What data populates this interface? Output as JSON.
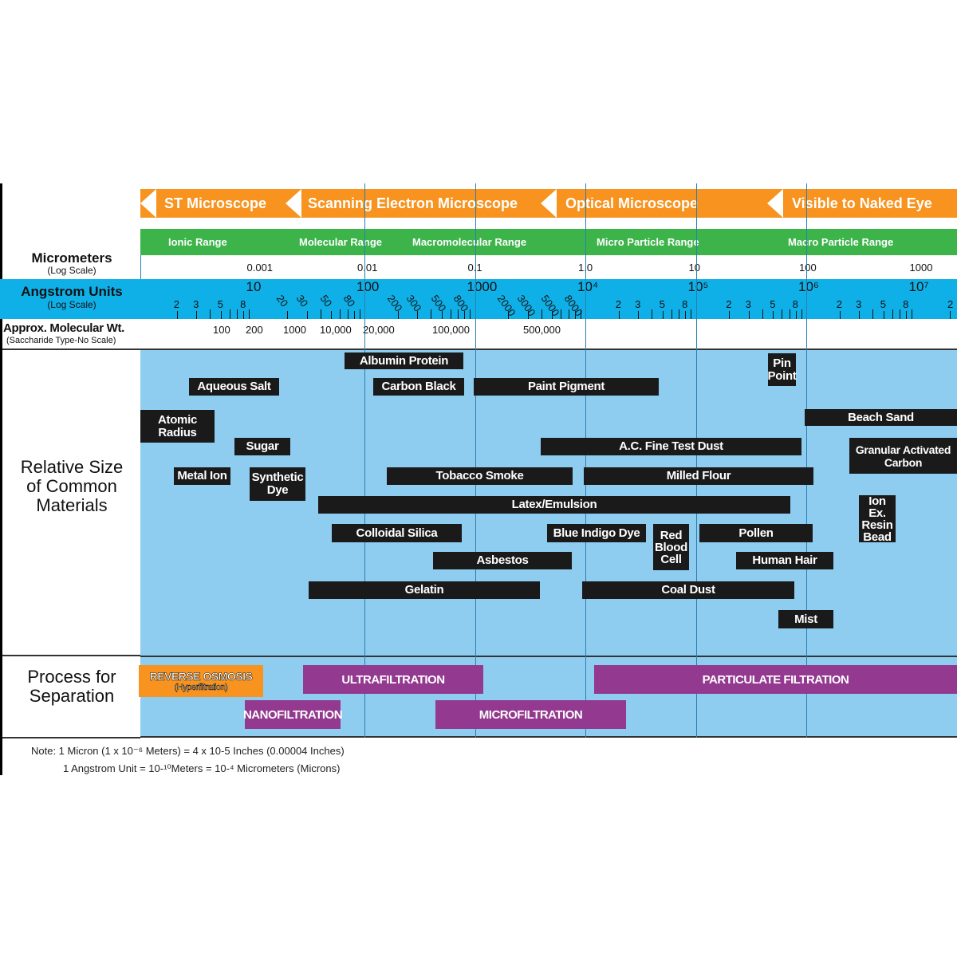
{
  "colors": {
    "orange": "#f7931e",
    "green": "#3cb44a",
    "angstrom_band": "#0fb0e8",
    "materials_bg": "#8ecdf0",
    "bar": "#1a1a1a",
    "process_purple": "#93398f",
    "reverse_osmosis": "#f7931e"
  },
  "microscopes": [
    "ST Microscope",
    "Scanning Electron Microscope",
    "Optical Microscope",
    "Visible to Naked Eye"
  ],
  "ranges": [
    "Ionic Range",
    "Molecular Range",
    "Macromolecular Range",
    "Micro Particle Range",
    "Macro Particle Range"
  ],
  "left": {
    "micrometers": "Micrometers",
    "micrometers_sub": "(Log Scale)",
    "angstrom": "Angstrom Units",
    "angstrom_sub": "(Log Scale)",
    "mw": "Approx. Molecular Wt.",
    "mw_sub": "(Saccharide Type-No Scale)",
    "materials": "Relative Size of Common Materials",
    "process": "Process for Separation"
  },
  "micrometer_ticks": [
    "0.001",
    "0.01",
    "0.1",
    "1.0",
    "10",
    "100",
    "1000"
  ],
  "angstrom_decades": [
    "10",
    "100",
    "1000",
    "10⁴",
    "10⁵",
    "10⁶",
    "10⁷"
  ],
  "angstrom_minor_labels": [
    [
      "2",
      "3",
      "5",
      "8"
    ],
    [
      "20",
      "30",
      "50",
      "80"
    ],
    [
      "200",
      "300",
      "500",
      "800"
    ],
    [
      "2000",
      "3000",
      "5000",
      "8000"
    ],
    [
      "2",
      "3",
      "5",
      "8"
    ],
    [
      "2",
      "3",
      "5",
      "8"
    ],
    [
      "2",
      "3",
      "5",
      "8"
    ]
  ],
  "angstrom_last_label": "2",
  "mw_ticks": [
    "100",
    "200",
    "1000",
    "10,000",
    "20,000",
    "100,000",
    "500,000"
  ],
  "materials": [
    "Albumin Protein",
    "Aqueous Salt",
    "Carbon Black",
    "Paint Pigment",
    "Pin Point",
    "Atomic Radius",
    "Beach Sand",
    "Sugar",
    "A.C. Fine Test Dust",
    "Granular Activated Carbon",
    "Metal Ion",
    "Synthetic Dye",
    "Tobacco Smoke",
    "Milled Flour",
    "Latex/Emulsion",
    "Ion Ex. Resin Bead",
    "Colloidal Silica",
    "Blue Indigo Dye",
    "Red Blood Cell",
    "Pollen",
    "Asbestos",
    "Human Hair",
    "Gelatin",
    "Coal Dust",
    "Mist"
  ],
  "processes": [
    "REVERSE OSMOSIS",
    "(Hyperfiltration)",
    "ULTRAFILTRATION",
    "PARTICULATE FILTRATION",
    "NANOFILTRATION",
    "MICROFILTRATION"
  ],
  "note1": "Note:  1 Micron (1 x 10⁻⁶ Meters) = 4 x 10-5 Inches (0.00004 Inches)",
  "note2": "1 Angstrom Unit = 10-¹⁰Meters = 10-⁴ Micrometers (Microns)"
}
